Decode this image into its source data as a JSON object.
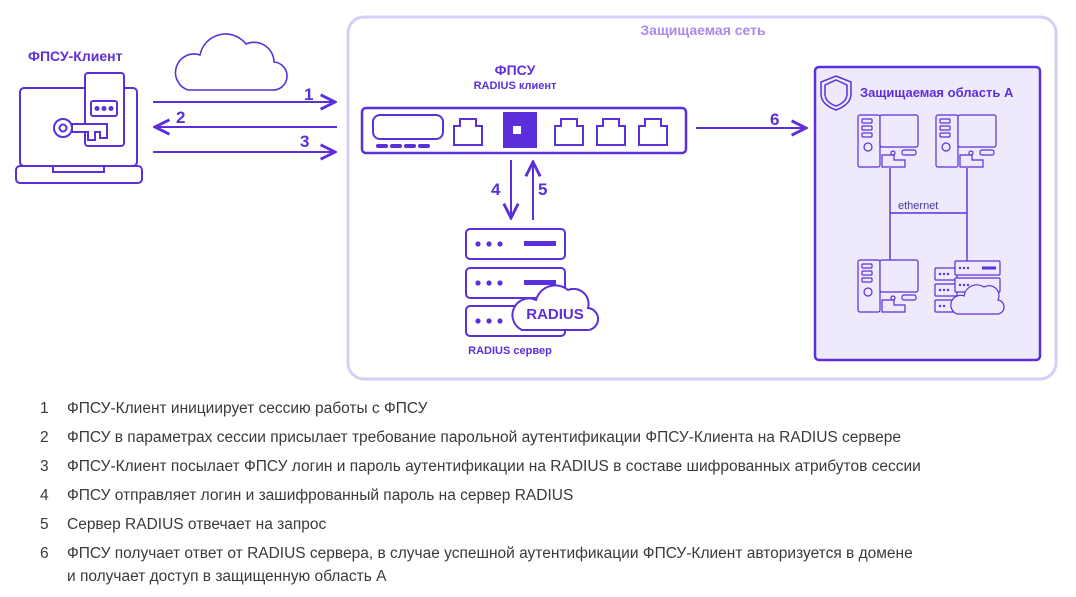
{
  "colors": {
    "accent": "#5b2fd9",
    "network_border": "#d9cdf5",
    "network_title": "#a98be8",
    "zone_fill": "#eee9fb",
    "step_text": "#3a3a3a"
  },
  "diagram": {
    "protected_network": {
      "title": "Защищаемая сеть"
    },
    "client": {
      "title": "ФПСУ-Клиент",
      "icons": [
        "laptop-icon",
        "phone-icon",
        "key-icon",
        "password-dots-icon"
      ]
    },
    "fpsu": {
      "title": "ФПСУ",
      "subtitle": "RADIUS клиент",
      "icon": "network-switch-icon"
    },
    "radius_server": {
      "title": "RADIUS сервер",
      "cloud_label": "RADIUS",
      "icon": "server-stack-icon"
    },
    "protected_zone": {
      "title": "Защищаемая область А",
      "icon": "shield-icon",
      "link_label": "ethernet"
    },
    "cloud": {
      "icon": "cloud-icon"
    },
    "arrows": [
      {
        "label": "1",
        "from": "client",
        "to": "fpsu"
      },
      {
        "label": "2",
        "from": "fpsu",
        "to": "client"
      },
      {
        "label": "3",
        "from": "client",
        "to": "fpsu"
      },
      {
        "label": "4",
        "from": "fpsu",
        "to": "radius_server"
      },
      {
        "label": "5",
        "from": "radius_server",
        "to": "fpsu"
      },
      {
        "label": "6",
        "from": "fpsu",
        "to": "protected_zone"
      }
    ]
  },
  "steps": [
    {
      "num": "1",
      "text": "ФПСУ-Клиент инициирует сессию работы с ФПСУ"
    },
    {
      "num": "2",
      "text": "ФПСУ в параметрах сессии присылает требование парольной аутентификации ФПСУ-Клиента на RADIUS сервере"
    },
    {
      "num": "3",
      "text": "ФПСУ-Клиент посылает ФПСУ логин и пароль аутентификации на RADIUS в составе шифрованных атрибутов сессии"
    },
    {
      "num": "4",
      "text": "ФПСУ отправляет логин и зашифрованный пароль на сервер RADIUS"
    },
    {
      "num": "5",
      "text": "Сервер RADIUS отвечает на запрос"
    },
    {
      "num": "6",
      "text": "ФПСУ получает ответ от RADIUS сервера, в случае успешной аутентификации ФПСУ-Клиент авторизуется в домене",
      "continuation": "и  получает доступ в защищенную область А"
    }
  ]
}
